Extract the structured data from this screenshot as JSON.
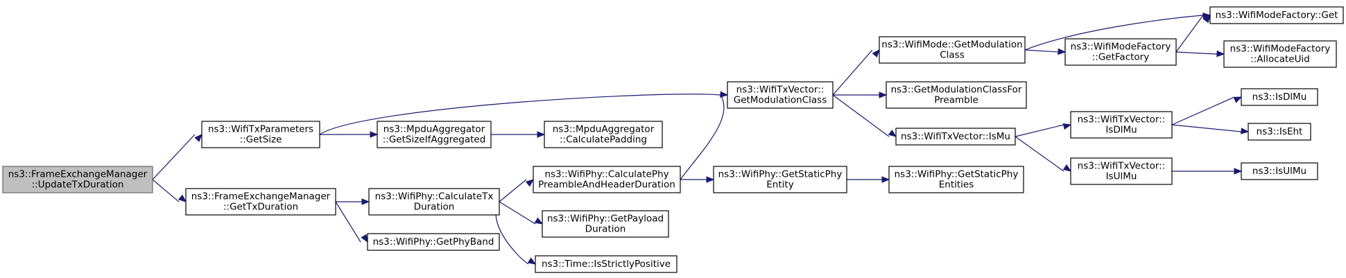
{
  "graph": {
    "nodes": [
      {
        "id": "n0",
        "lines": [
          "ns3::FrameExchangeManager",
          "::UpdateTxDuration"
        ],
        "root": true
      },
      {
        "id": "n1",
        "lines": [
          "ns3::WifiTxParameters",
          "::GetSize"
        ]
      },
      {
        "id": "n2",
        "lines": [
          "ns3::FrameExchangeManager",
          "::GetTxDuration"
        ]
      },
      {
        "id": "n3",
        "lines": [
          "ns3::MpduAggregator",
          "::GetSizeIfAggregated"
        ]
      },
      {
        "id": "n4",
        "lines": [
          "ns3::MpduAggregator",
          "::CalculatePadding"
        ]
      },
      {
        "id": "n5",
        "lines": [
          "ns3::WifiTxVector::",
          "GetModulationClass"
        ]
      },
      {
        "id": "n6",
        "lines": [
          "ns3::WifiPhy::CalculateTx",
          "Duration"
        ]
      },
      {
        "id": "n7",
        "lines": [
          "ns3::WifiPhy::GetPhyBand"
        ]
      },
      {
        "id": "n8",
        "lines": [
          "ns3::WifiPhy::CalculatePhy",
          "PreambleAndHeaderDuration"
        ]
      },
      {
        "id": "n9",
        "lines": [
          "ns3::WifiPhy::GetPayload",
          "Duration"
        ]
      },
      {
        "id": "n10",
        "lines": [
          "ns3::Time::IsStrictlyPositive"
        ]
      },
      {
        "id": "n11",
        "lines": [
          "ns3::WifiPhy::GetStaticPhy",
          "Entity"
        ]
      },
      {
        "id": "n12",
        "lines": [
          "ns3::WifiPhy::GetStaticPhy",
          "Entities"
        ]
      },
      {
        "id": "n13",
        "lines": [
          "ns3::WifiMode::GetModulation",
          "Class"
        ]
      },
      {
        "id": "n14",
        "lines": [
          "ns3::GetModulationClassFor",
          "Preamble"
        ]
      },
      {
        "id": "n15",
        "lines": [
          "ns3::WifiTxVector::IsMu"
        ]
      },
      {
        "id": "n16",
        "lines": [
          "ns3::WifiModeFactory::Get"
        ]
      },
      {
        "id": "n17",
        "lines": [
          "ns3::WifiModeFactory",
          "::GetFactory"
        ]
      },
      {
        "id": "n18",
        "lines": [
          "ns3::WifiModeFactory",
          "::AllocateUid"
        ]
      },
      {
        "id": "n19",
        "lines": [
          "ns3::WifiTxVector::",
          "IsDlMu"
        ]
      },
      {
        "id": "n20",
        "lines": [
          "ns3::WifiTxVector::",
          "IsUlMu"
        ]
      },
      {
        "id": "n21",
        "lines": [
          "ns3::IsDlMu"
        ]
      },
      {
        "id": "n22",
        "lines": [
          "ns3::IsEht"
        ]
      },
      {
        "id": "n23",
        "lines": [
          "ns3::IsUlMu"
        ]
      }
    ],
    "edges": [
      {
        "from": "n0",
        "to": "n1"
      },
      {
        "from": "n0",
        "to": "n2"
      },
      {
        "from": "n1",
        "to": "n3"
      },
      {
        "from": "n1",
        "to": "n5"
      },
      {
        "from": "n3",
        "to": "n4"
      },
      {
        "from": "n2",
        "to": "n6"
      },
      {
        "from": "n2",
        "to": "n7"
      },
      {
        "from": "n6",
        "to": "n8"
      },
      {
        "from": "n6",
        "to": "n9"
      },
      {
        "from": "n6",
        "to": "n10"
      },
      {
        "from": "n8",
        "to": "n5"
      },
      {
        "from": "n8",
        "to": "n11"
      },
      {
        "from": "n11",
        "to": "n12"
      },
      {
        "from": "n5",
        "to": "n13"
      },
      {
        "from": "n5",
        "to": "n14"
      },
      {
        "from": "n5",
        "to": "n15"
      },
      {
        "from": "n13",
        "to": "n16"
      },
      {
        "from": "n13",
        "to": "n17"
      },
      {
        "from": "n17",
        "to": "n16"
      },
      {
        "from": "n17",
        "to": "n18"
      },
      {
        "from": "n15",
        "to": "n19"
      },
      {
        "from": "n15",
        "to": "n20"
      },
      {
        "from": "n19",
        "to": "n21"
      },
      {
        "from": "n19",
        "to": "n22"
      },
      {
        "from": "n20",
        "to": "n23"
      }
    ]
  }
}
